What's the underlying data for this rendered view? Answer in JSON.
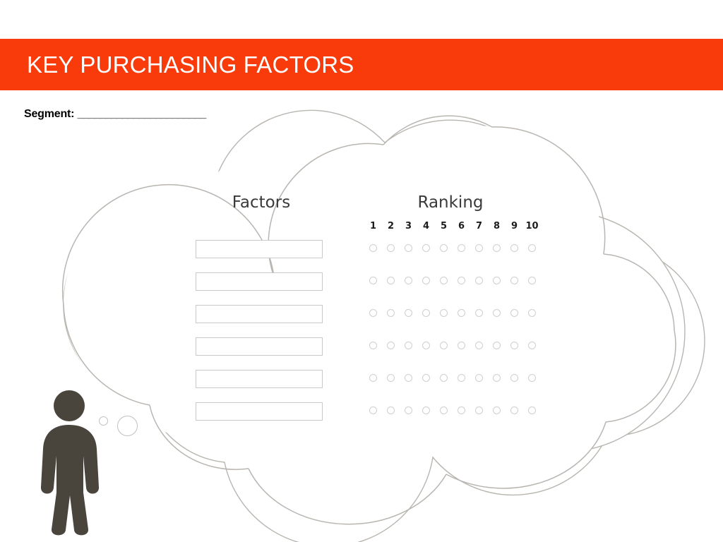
{
  "slide": {
    "title": "KEY PURCHASING FACTORS",
    "banner_color": "#F93A0A",
    "title_color": "#FFFFFF",
    "background_color": "#FFFFFF"
  },
  "segment": {
    "label": "Segment:",
    "blank": "_______________________"
  },
  "worksheet": {
    "factors_header": "Factors",
    "ranking_header": "Ranking",
    "rank_numbers": [
      "1",
      "2",
      "3",
      "4",
      "5",
      "6",
      "7",
      "8",
      "9",
      "10"
    ],
    "factor_rows": 6,
    "factor_values": [
      "",
      "",
      "",
      "",
      "",
      ""
    ],
    "factor_placeholder": "",
    "ranking_rows": 6,
    "ranking_columns": 10,
    "box_border_color": "#C9C9C9",
    "dot_border_color": "#CFCFCF"
  },
  "thought_cloud": {
    "name": "thought-bubble-cloud",
    "outline_color": "#B9B5B0",
    "fill_color": "#FFFFFF",
    "tail_bubbles": 2
  },
  "person": {
    "name": "person-silhouette",
    "color": "#4A453C"
  }
}
